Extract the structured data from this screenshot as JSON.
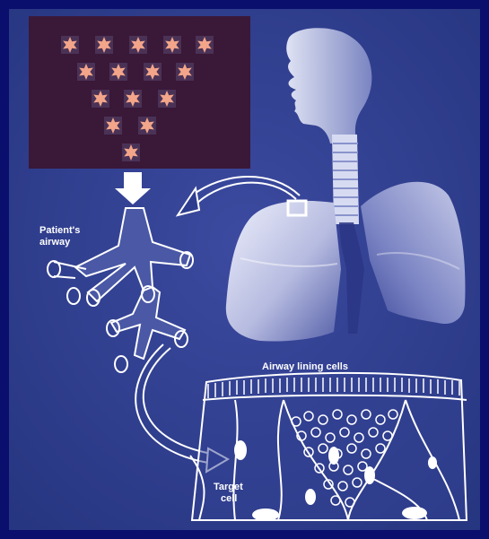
{
  "labels": {
    "airway_line1": "Patient's",
    "airway_line2": "airway",
    "lining": "Airway lining cells",
    "target_line1": "Target",
    "target_line2": "cell"
  },
  "colors": {
    "border": "#0a0f6e",
    "background": "#2d3c8f",
    "panel": "#3a1838",
    "star": "#f3a58a",
    "line": "#ffffff"
  },
  "icons": {
    "cell_grid": "star-cell-icon",
    "flow": "curved-arrow-icon"
  }
}
